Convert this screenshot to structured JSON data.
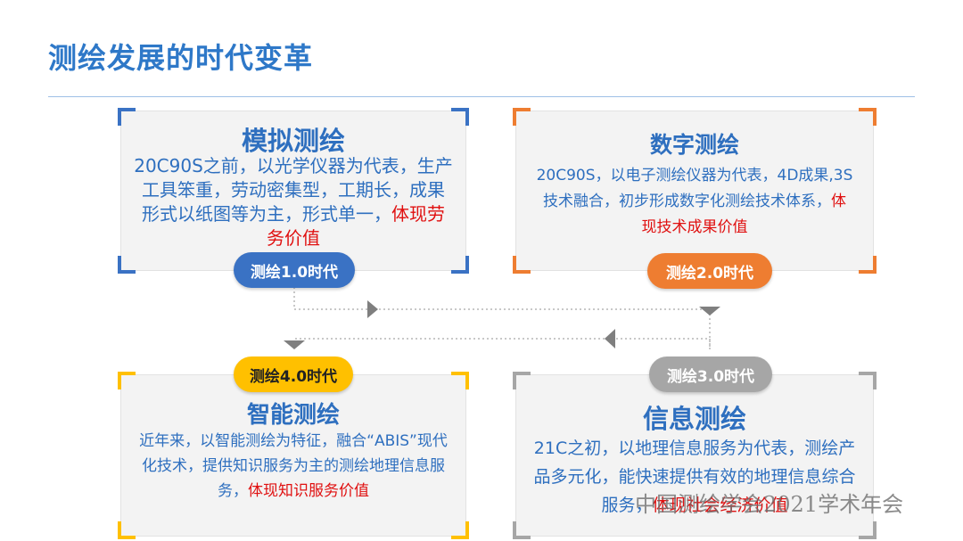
{
  "page": {
    "title": "测绘发展的时代变革",
    "watermark": "中国测绘学会2021学术年会"
  },
  "colors": {
    "title": "#2e78c8",
    "text": "#2e6fbf",
    "highlight": "#e01010",
    "blue": "#3a72c4",
    "orange": "#ee7d31",
    "yellow": "#ffc000",
    "gray": "#a6a6a6"
  },
  "stages": [
    {
      "title": "模拟测绘",
      "desc": "20C90S之前，以光学仪器为代表，生产工具笨重，劳动密集型，工期长，成果形式以纸图等为主，形式单一，",
      "highlight": "体现劳务价值",
      "badge": "测绘1.0时代",
      "accent": "blue"
    },
    {
      "title": "数字测绘",
      "desc": "20C90S，以电子测绘仪器为代表，4D成果,3S技术融合，初步形成数字化测绘技术体系，",
      "highlight": "体现技术成果价值",
      "badge": "测绘2.0时代",
      "accent": "orange"
    },
    {
      "title": "信息测绘",
      "desc": "21C之初，以地理信息服务为代表，测绘产品多元化，能快速提供有效的地理信息综合服务，",
      "highlight": "体现社会经济价值",
      "badge": "测绘3.0时代",
      "accent": "gray"
    },
    {
      "title": "智能测绘",
      "desc": "近年来，以智能测绘为特征，融合“ABIS”现代化技术，提供知识服务为主的测绘地理信息服务，",
      "highlight": "体现知识服务价值",
      "badge": "测绘4.0时代",
      "accent": "yellow"
    }
  ]
}
